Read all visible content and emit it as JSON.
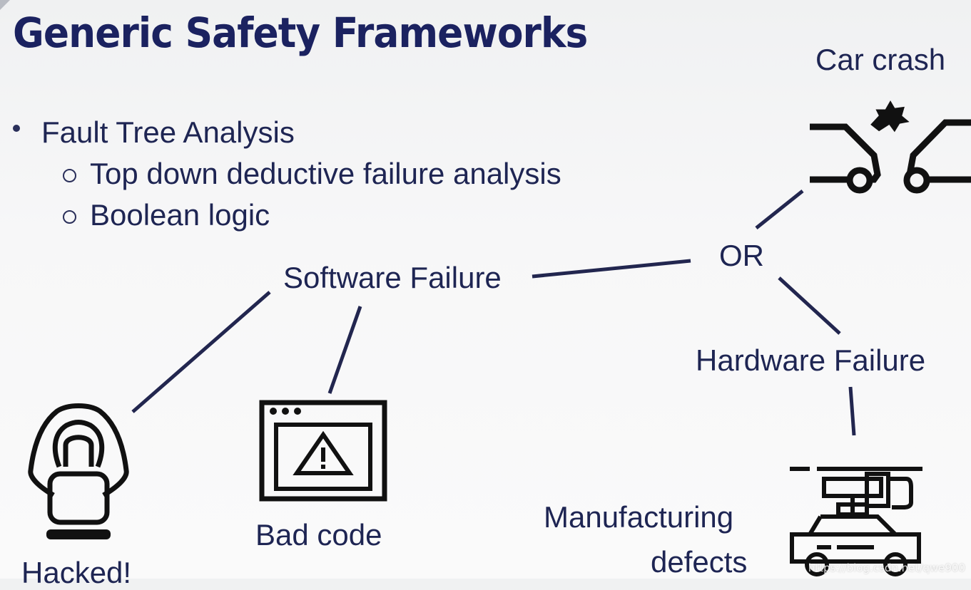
{
  "title": "Generic Safety Frameworks",
  "bullets": {
    "main": "Fault Tree Analysis",
    "sub": [
      "Top down deductive failure analysis",
      "Boolean logic"
    ]
  },
  "tree": {
    "top_event": "Car crash",
    "gate": "OR",
    "software": "Software Failure",
    "hardware": "Hardware Failure",
    "hacked": "Hacked!",
    "bad_code": "Bad code",
    "manufacturing_line1": "Manufacturing",
    "manufacturing_line2": "defects"
  },
  "icons": {
    "car_crash": "car-crash-icon",
    "hacker": "hacker-icon",
    "bad_code": "browser-warning-icon",
    "manufacturing": "car-assembly-icon"
  },
  "colors": {
    "primary": "#1b2260",
    "line": "#22264f",
    "icon": "#111111"
  },
  "watermark": "https://blog.csdn.net/qwe900"
}
